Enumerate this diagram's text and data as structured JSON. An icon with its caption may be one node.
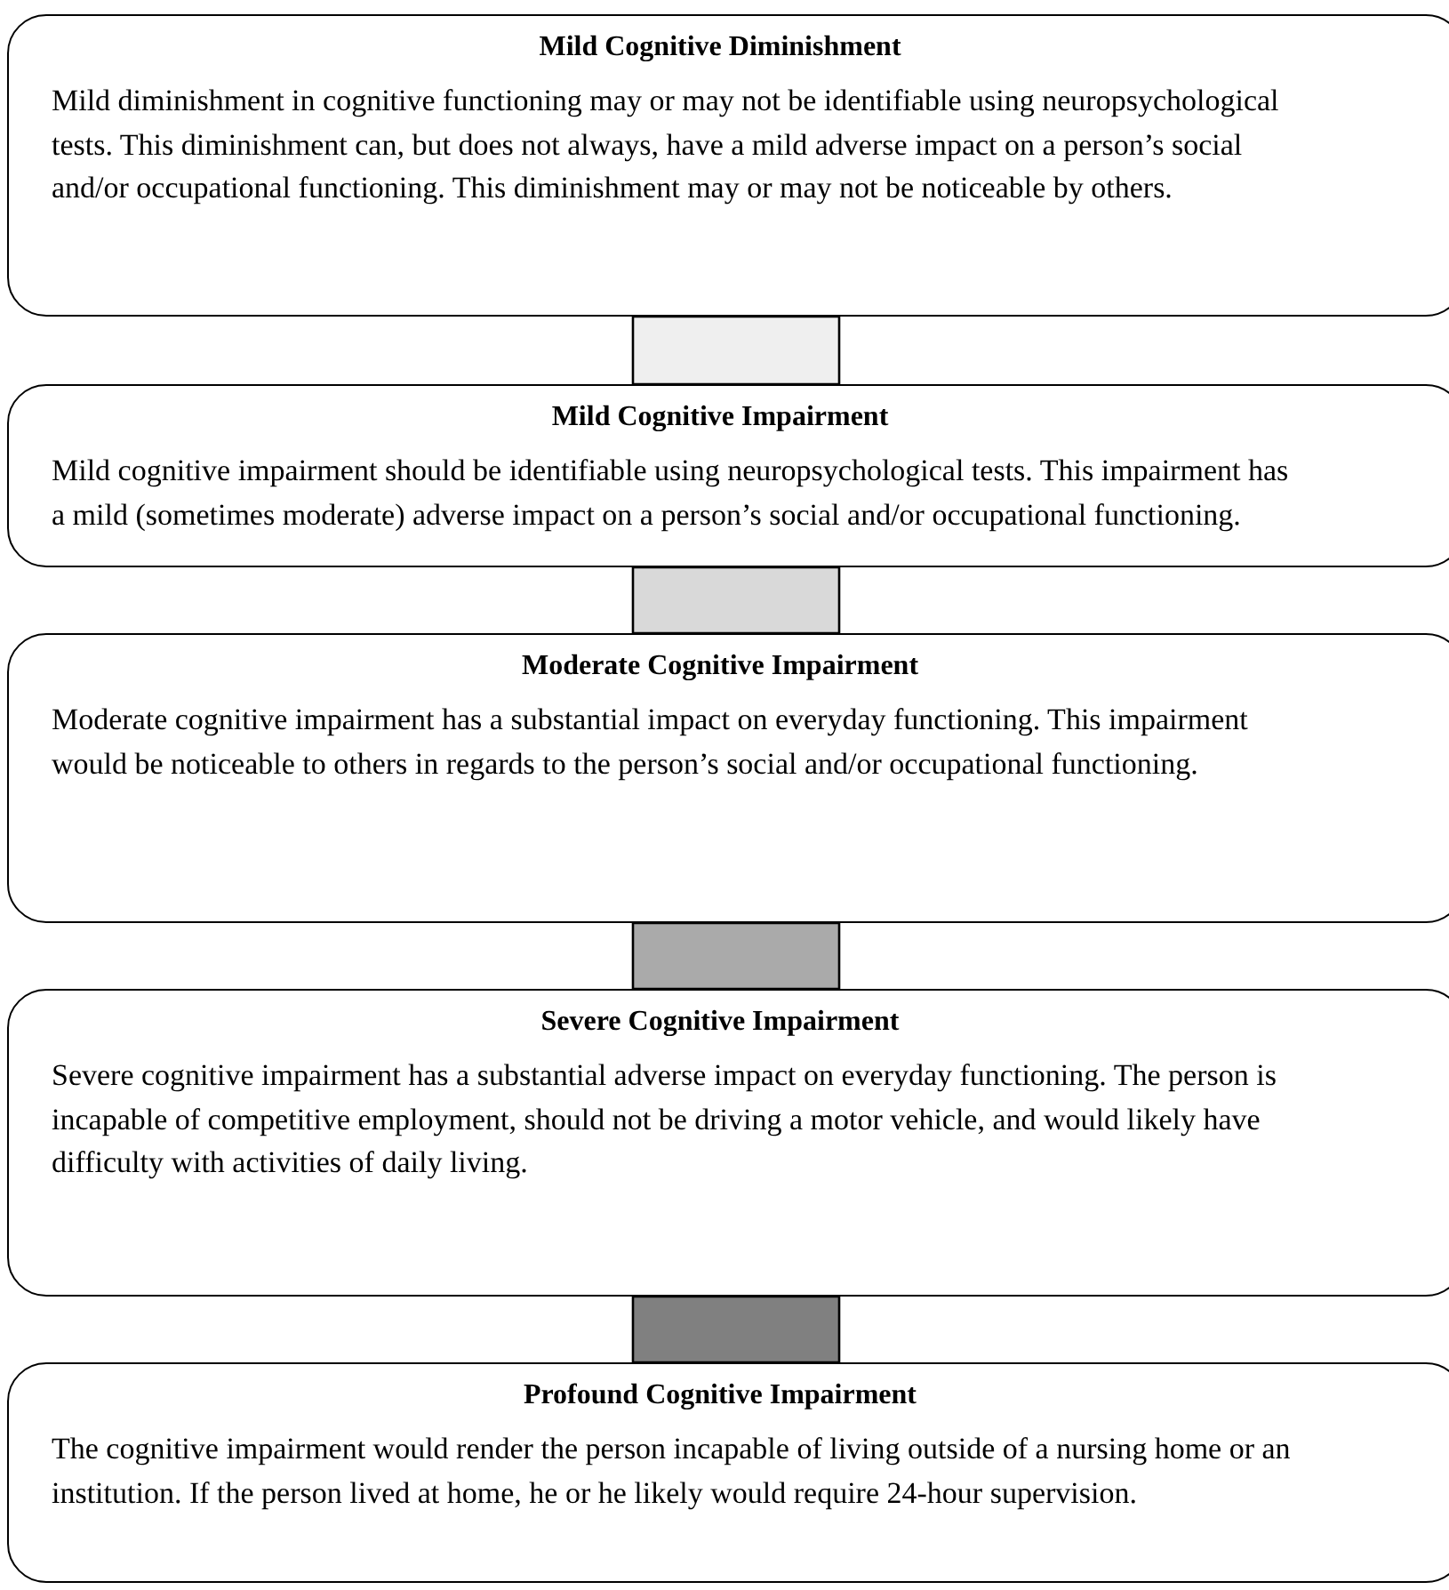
{
  "diagram": {
    "nodes": [
      {
        "text": [
          "Mild Cognitive Diminishment",
          "Mild diminishment in cognitive functioning may or may not be identifiable using neuropsychological tests. This diminishment can, but does not always, have a mild adverse impact on a person’s social and/or occupational functioning. This diminishment may or may not be noticeable by others."
        ]
      },
      {
        "text": [
          "Mild Cognitive Impairment",
          "Mild cognitive impairment should be identifiable using neuropsychological tests. This impairment has a mild (sometimes moderate) adverse impact on a person’s social and/or occupational functioning."
        ]
      },
      {
        "text": [
          "Moderate Cognitive Impairment",
          "Moderate cognitive impairment has a substantial impact on everyday functioning. This impairment would be noticeable to others in regards to the person’s social and/or occupational functioning."
        ]
      },
      {
        "text": [
          "Severe Cognitive Impairment",
          "Severe cognitive impairment has a substantial adverse impact on everyday functioning. The person is incapable of competitive employment, should not be driving a motor vehicle, and would likely have difficulty with activities of daily living."
        ]
      },
      {
        "text": [
          "Profound Cognitive Impairment",
          "The cognitive impairment would render the person incapable of living outside of a nursing home or an institution. If the person lived at home, he or he likely would require 24-hour supervision."
        ]
      }
    ],
    "edges": [
      {
        "from": 0,
        "to": 1,
        "arrow": "none",
        "style": "thick",
        "color": "#efefef"
      },
      {
        "from": 1,
        "to": 2,
        "arrow": "none",
        "style": "thick",
        "color": "#d9d9d9"
      },
      {
        "from": 2,
        "to": 3,
        "arrow": "none",
        "style": "thick",
        "color": "#aaaaaa"
      },
      {
        "from": 3,
        "to": 4,
        "arrow": "none",
        "style": "thick",
        "color": "#808080"
      }
    ]
  }
}
